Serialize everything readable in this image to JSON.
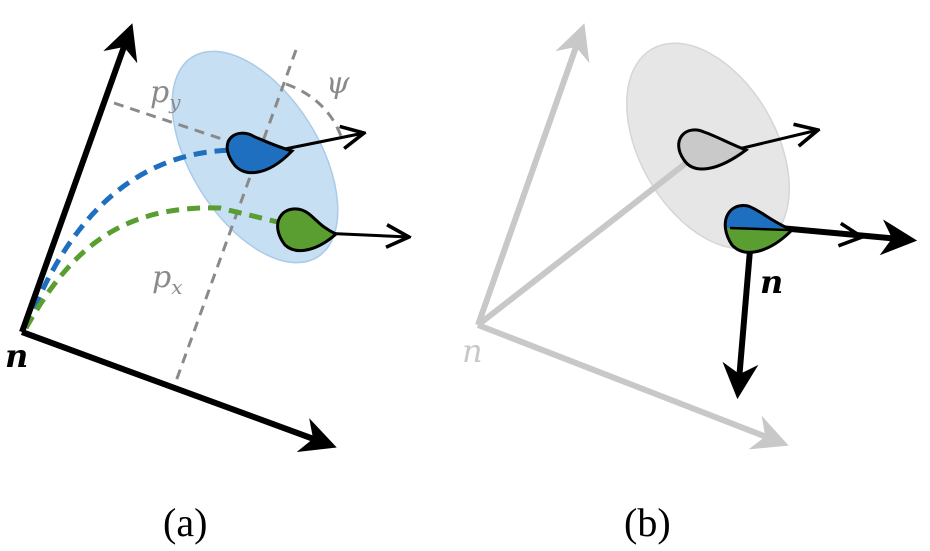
{
  "panels": [
    {
      "caption": "(a)",
      "labels": {
        "origin": "n",
        "px": "p",
        "px_sub": "x",
        "py": "p",
        "py_sub": "y",
        "psi": "ψ"
      }
    },
    {
      "caption": "(b)",
      "labels": {
        "origin": "n",
        "node": "n"
      }
    }
  ],
  "colors": {
    "axis": "#000000",
    "faded_axis": "#c8c8c8",
    "blue": "#1f6fc0",
    "green": "#5a9e32",
    "ellipse_blue": "#c6dff3",
    "ellipse_grey": "#e6e6e6",
    "marker_grey": "#c9c9c9",
    "dashed_guide": "#8a8a8a"
  }
}
